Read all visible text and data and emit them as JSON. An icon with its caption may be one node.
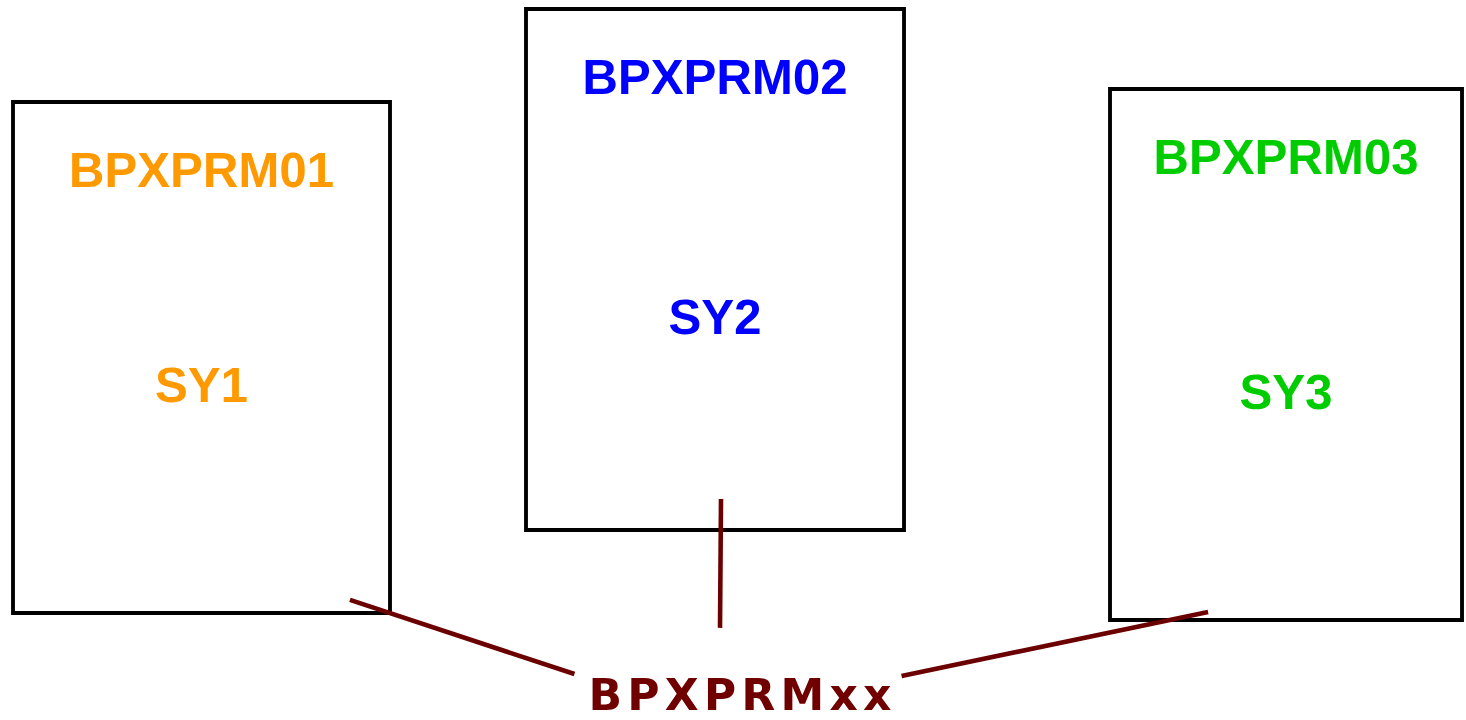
{
  "diagram": {
    "nodes": [
      {
        "text": [
          "BPXPRM01",
          "SY1"
        ]
      },
      {
        "text": [
          "BPXPRM02",
          "SY2"
        ]
      },
      {
        "text": [
          "BPXPRM03",
          "SY3"
        ]
      },
      {
        "text": [
          "BPXPRMxx"
        ]
      }
    ],
    "edges": [
      {
        "from": 3,
        "to": 0,
        "arrow": "none",
        "color": "#6b0000"
      },
      {
        "from": 3,
        "to": 1,
        "arrow": "none",
        "color": "#6b0000"
      },
      {
        "from": 3,
        "to": 2,
        "arrow": "none",
        "color": "#6b0000"
      }
    ]
  }
}
